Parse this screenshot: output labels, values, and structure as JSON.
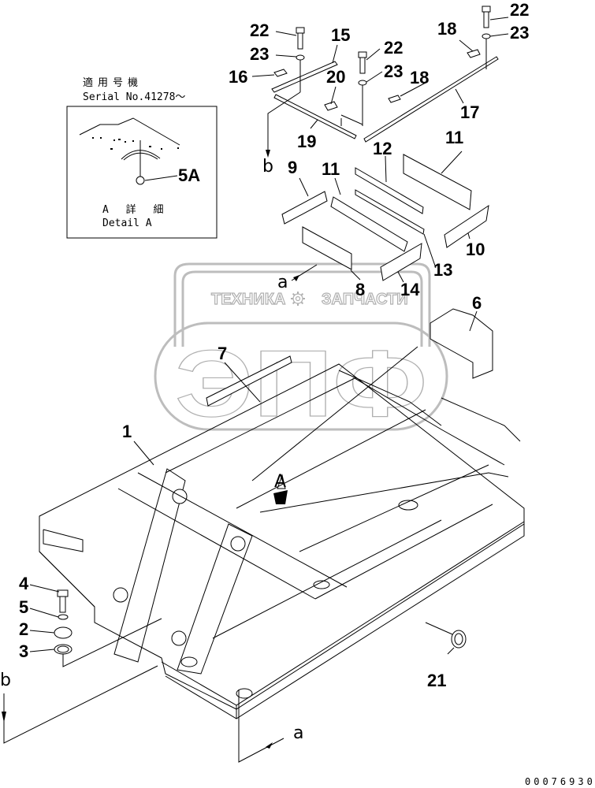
{
  "diagram": {
    "type": "exploded-parts-diagram",
    "drawing_number": "00076930",
    "inset": {
      "applicability_jp": "適用号機",
      "serial_label": "Serial No.41278～",
      "detail_jp": "A 詳 細",
      "detail_en": "Detail A",
      "callout": "5A"
    },
    "watermark": {
      "top_left": "ТЕХНИКА",
      "top_right": "ЗАПЧАСТИ",
      "big": "ЭПФ",
      "gear_icon": "gear-icon"
    },
    "view_arrows": {
      "a_top": "a",
      "a_bottom": "a",
      "b_top": "b",
      "b_bottom": "b",
      "detail_a": "A"
    },
    "callouts": [
      {
        "id": "c22a",
        "label": "22"
      },
      {
        "id": "c23a",
        "label": "23"
      },
      {
        "id": "c15",
        "label": "15"
      },
      {
        "id": "c16",
        "label": "16"
      },
      {
        "id": "c20",
        "label": "20"
      },
      {
        "id": "c22b",
        "label": "22"
      },
      {
        "id": "c23b",
        "label": "23"
      },
      {
        "id": "c18a",
        "label": "18"
      },
      {
        "id": "c19",
        "label": "19"
      },
      {
        "id": "c18b",
        "label": "18"
      },
      {
        "id": "c22c",
        "label": "22"
      },
      {
        "id": "c23c",
        "label": "23"
      },
      {
        "id": "c17",
        "label": "17"
      },
      {
        "id": "c12",
        "label": "12"
      },
      {
        "id": "c11a",
        "label": "11"
      },
      {
        "id": "c9",
        "label": "9"
      },
      {
        "id": "c11b",
        "label": "11"
      },
      {
        "id": "c10",
        "label": "10"
      },
      {
        "id": "c13",
        "label": "13"
      },
      {
        "id": "c8",
        "label": "8"
      },
      {
        "id": "c14",
        "label": "14"
      },
      {
        "id": "c6",
        "label": "6"
      },
      {
        "id": "c7",
        "label": "7"
      },
      {
        "id": "c1",
        "label": "1"
      },
      {
        "id": "c4",
        "label": "4"
      },
      {
        "id": "c5",
        "label": "5"
      },
      {
        "id": "c2",
        "label": "2"
      },
      {
        "id": "c3",
        "label": "3"
      },
      {
        "id": "c21",
        "label": "21"
      }
    ]
  }
}
